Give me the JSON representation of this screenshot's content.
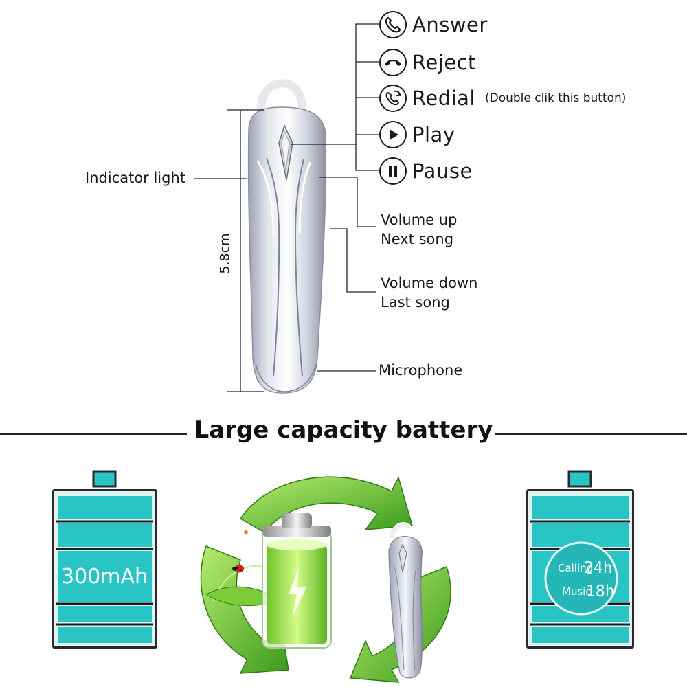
{
  "functions": {
    "answer": "Answer",
    "reject": "Reject",
    "redial": "Redial",
    "redial_note": "(Double clik this button)",
    "play": "Play",
    "pause": "Pause"
  },
  "callouts": {
    "indicator": "Indicator light",
    "volume_up": "Volume up",
    "next_song": "Next song",
    "volume_down": "Volume down",
    "last_song": "Last song",
    "microphone": "Microphone"
  },
  "dimension": "5.8cm",
  "section_title": "Large capacity battery",
  "battery_left": {
    "capacity": "300mAh"
  },
  "battery_right": {
    "calling_label": "Calling",
    "calling_value": "24h",
    "music_label": "Music",
    "music_value": "18h"
  },
  "colors": {
    "battery_fill": "#29c4c4",
    "battery_frame": "#2a2a2a",
    "leaf_green": "#5cbf2a",
    "headset_silver": "#c9ccd6",
    "cell_green": "#8fe04a"
  }
}
